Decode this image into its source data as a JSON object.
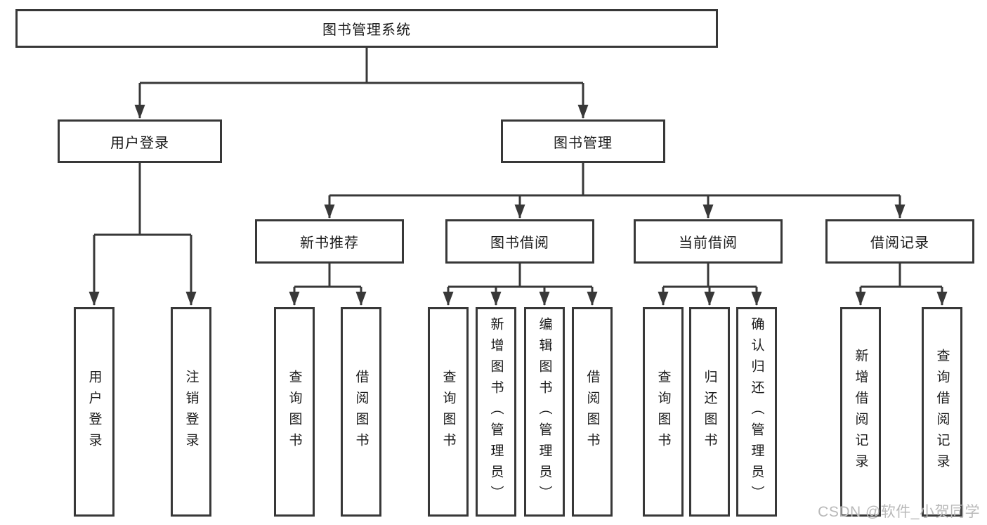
{
  "diagram": {
    "root": "图书管理系统",
    "level2": [
      "用户登录",
      "图书管理"
    ],
    "level3": [
      "新书推荐",
      "图书借阅",
      "当前借阅",
      "借阅记录"
    ],
    "leaves": {
      "user_login": [
        "用户登录",
        "注销登录"
      ],
      "new_book_recommend": [
        "查询图书",
        "借阅图书"
      ],
      "book_borrow": [
        "查询图书",
        "新增图书（管理员）",
        "编辑图书（管理员）",
        "借阅图书"
      ],
      "current_borrow": [
        "查询图书",
        "归还图书",
        "确认归还（管理员）"
      ],
      "borrow_records": [
        "新增借阅记录",
        "查询借阅记录"
      ]
    },
    "colors": {
      "line": "#383838",
      "box_border": "#383838",
      "text": "#1a1a1a",
      "background": "#ffffff"
    }
  },
  "watermark": {
    "text": "CSDN @软件_小贺同学",
    "color": "#b9b9b9"
  }
}
